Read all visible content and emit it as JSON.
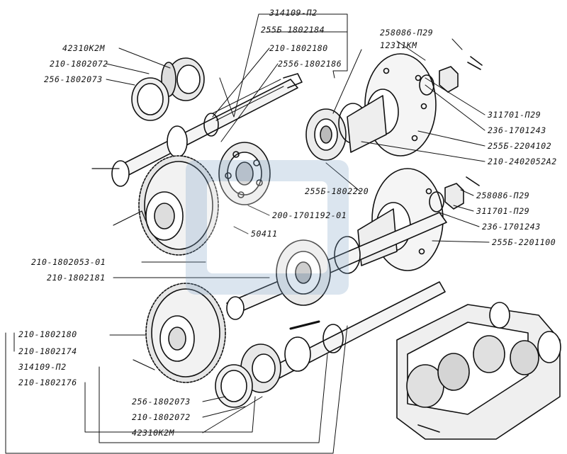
{
  "colors": {
    "ink": "#111111",
    "paper": "#ffffff",
    "watermark": "#7fa3c9"
  },
  "labels": {
    "p314109_p2_top": "314109-П2",
    "p2556_1802184": "255Б 1802184",
    "p42310k2m_top": "42310К2М",
    "p210_1802180": "210-1802180",
    "p210_1802072_top": "210-1802072",
    "p2556_1802186": "2556-1802186",
    "p256_1802073_top": "256-1802073",
    "p258086_p29_top": "258086-П29",
    "p12311km": "12311КМ",
    "p311701_p29_top": "311701-П29",
    "p236_1701243_top": "236-1701243",
    "p2556_2204102": "255Б-2204102",
    "p210_2402052a2": "210-2402052А2",
    "p2556_1802220": "255Б-1802220",
    "p258086_p29_mid": "258086-П29",
    "p311701_p29_mid": "311701-П29",
    "p200_1701192_01": "200-1701192-01",
    "p236_1701243_mid": "236-1701243",
    "p50411": "50411",
    "p2556_2201100": "255Б-2201100",
    "p210_1802053_01": "210-1802053-01",
    "p210_1802181": "210-1802181",
    "p210_1802180_left": "210-1802180",
    "p210_1802174": "210-1802174",
    "p314109_p2_left": "314109-П2",
    "p210_1802176": "210-1802176",
    "p256_1802073_bot": "256-1802073",
    "p210_1802072_bot": "210-1802072",
    "p42310k2m_bot": "42310К2М"
  }
}
